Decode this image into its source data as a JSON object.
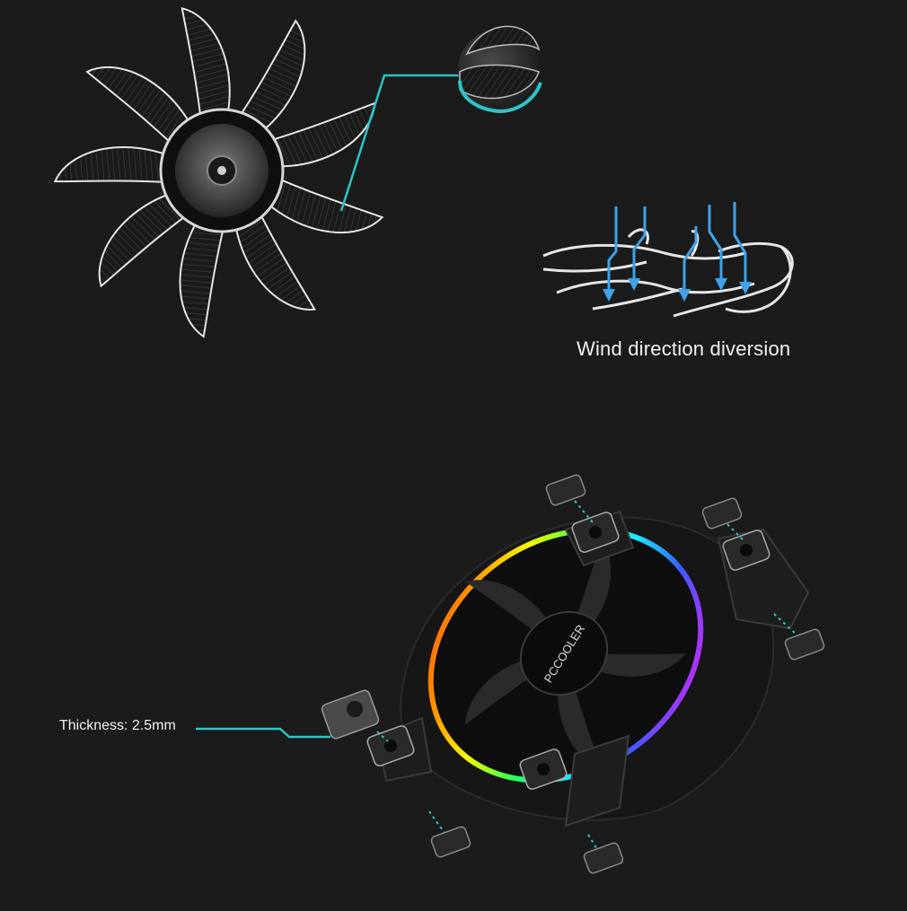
{
  "captions": {
    "wind_direction": "Wind direction diversion",
    "thickness": "Thickness: 2.5mm"
  },
  "logo": {
    "hub_brand": "PCCOOLER"
  },
  "colors": {
    "background": "#1b1b1b",
    "callout_line": "#2ec4c8",
    "airflow_arrows": "#3fa2ea",
    "blade_outline": "#e6e6e6",
    "rgb_ring": [
      "#ff2a2a",
      "#ff8a00",
      "#f4ff00",
      "#27ff5a",
      "#18e8ff",
      "#3a5bff",
      "#c42bff",
      "#ff2a7a"
    ]
  }
}
